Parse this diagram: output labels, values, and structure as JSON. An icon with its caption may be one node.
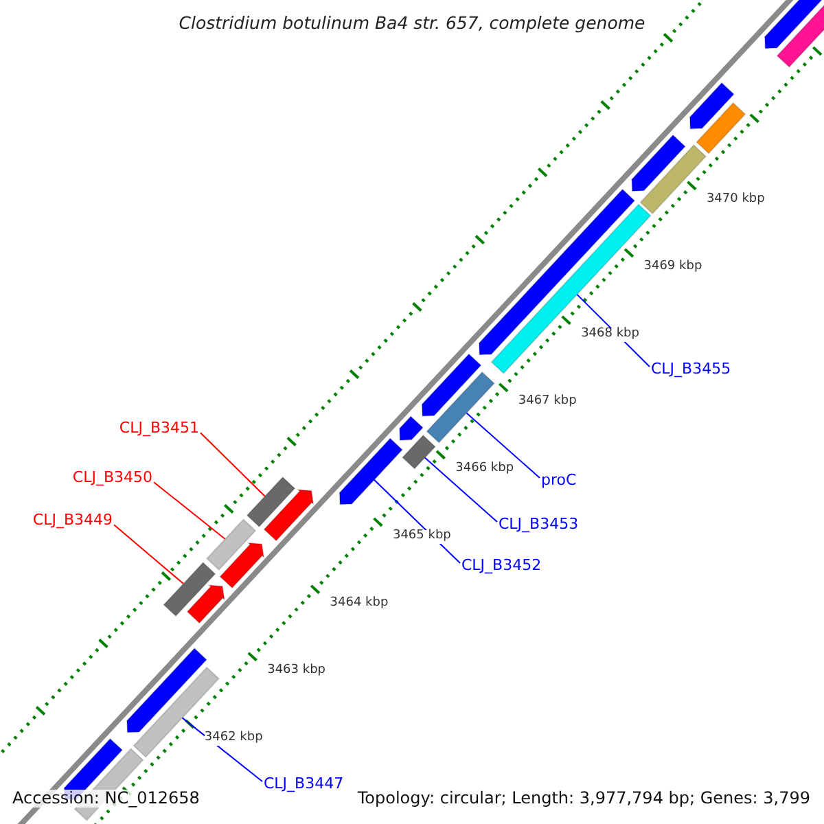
{
  "diagram": {
    "title": "Clostridium botulinum Ba4 str. 657, complete genome",
    "nodes": [
      {
        "text": [
          "CLJ_B3455"
        ]
      },
      {
        "text": [
          "CLJ_B3451"
        ]
      },
      {
        "text": [
          "proC"
        ]
      },
      {
        "text": [
          "CLJ_B3450"
        ]
      },
      {
        "text": [
          "CLJ_B3449"
        ]
      },
      {
        "text": [
          "CLJ_B3453"
        ]
      },
      {
        "text": [
          "CLJ_B3452"
        ]
      },
      {
        "text": [
          "CLJ_B3447"
        ]
      },
      {
        "text": [],
        "shape": "arrow"
      },
      {
        "text": [],
        "shape": "bar"
      },
      {
        "text": [],
        "shape": "arrow"
      },
      {
        "text": [],
        "shape": "bar"
      },
      {
        "text": [],
        "shape": "bar"
      },
      {
        "text": [],
        "shape": "arrow"
      },
      {
        "text": [],
        "shape": "bar"
      },
      {
        "text": [],
        "shape": "arrow"
      },
      {
        "text": [],
        "shape": "bar"
      },
      {
        "text": [],
        "shape": "arrow"
      },
      {
        "text": [],
        "shape": "arrow"
      },
      {
        "text": [],
        "shape": "bar"
      },
      {
        "text": [],
        "shape": "arrow"
      },
      {
        "text": [],
        "shape": "bar"
      },
      {
        "text": [],
        "shape": "arrow"
      },
      {
        "text": [],
        "shape": "arrow"
      },
      {
        "text": [],
        "shape": "bar"
      },
      {
        "text": [],
        "shape": "bar"
      },
      {
        "text": [],
        "shape": "arrow"
      },
      {
        "text": [],
        "shape": "bar"
      },
      {
        "text": [],
        "shape": "arrow"
      },
      {
        "text": [],
        "shape": "arrow"
      },
      {
        "text": [],
        "shape": "bar"
      }
    ],
    "edges": [
      {
        "from": 0,
        "to": 24,
        "arrow": "none"
      },
      {
        "from": 1,
        "to": 16,
        "arrow": "none",
        "color": "#ff0000"
      },
      {
        "from": 2,
        "to": 21,
        "arrow": "none"
      },
      {
        "from": 3,
        "to": 14,
        "arrow": "none",
        "color": "#ff0000"
      },
      {
        "from": 4,
        "to": 12,
        "arrow": "none",
        "color": "#ff0000"
      },
      {
        "from": 5,
        "to": 19,
        "arrow": "none"
      },
      {
        "from": 6,
        "to": 18,
        "arrow": "none"
      },
      {
        "from": 7,
        "to": 11,
        "arrow": "none"
      }
    ],
    "labels": [
      "3470 kbp",
      "3469 kbp",
      "3468 kbp",
      "3467 kbp",
      "3466 kbp",
      "3465 kbp",
      "3464 kbp",
      "3463 kbp",
      "3462 kbp",
      "Accession: NC_012658",
      "Topology: circular; Length: 3,977,794 bp; Genes: 3,799"
    ]
  }
}
